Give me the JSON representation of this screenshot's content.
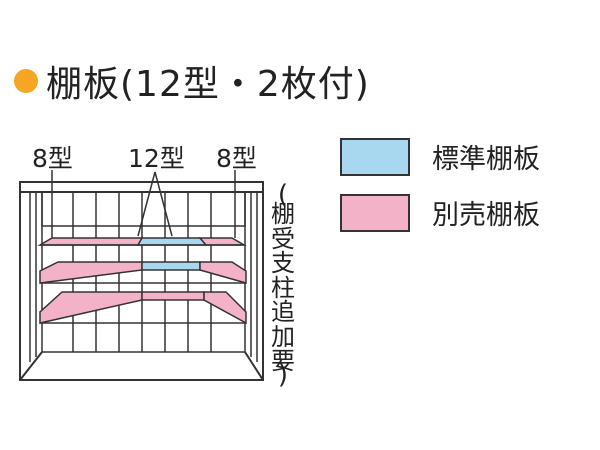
{
  "title": "棚板(12型・2枚付)",
  "labels": {
    "left": "8型",
    "center": "12型",
    "right": "8型"
  },
  "legend": [
    {
      "text": "標準棚板",
      "color": "#a8d8f0"
    },
    {
      "text": "別売棚板",
      "color": "#f4b2c9"
    }
  ],
  "side_note": {
    "open": "(",
    "text": "棚受支柱追加要",
    "close": ")"
  },
  "colors": {
    "accent": "#f5a623",
    "standard": "#a8d8f0",
    "optional": "#f4b2c9",
    "line": "#333333"
  }
}
